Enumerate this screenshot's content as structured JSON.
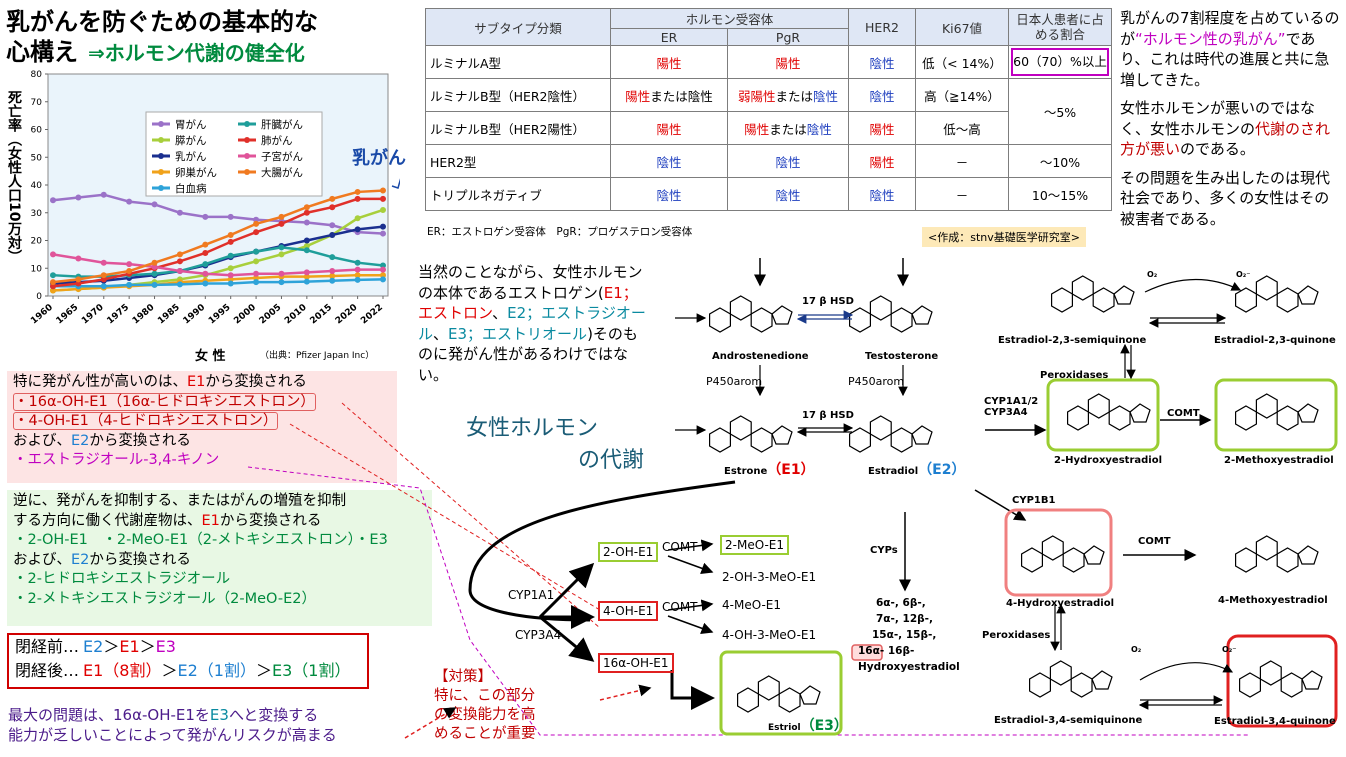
{
  "title": {
    "line1": "乳がんを防ぐための基本的な",
    "line2": "心構え",
    "line2_suffix": "⇒ホルモン代謝の健全化"
  },
  "chart_data": {
    "type": "line",
    "ylabel": "死亡率（女性人口10万対）",
    "xlabel": "女 性",
    "source": "（出典：Pfizer Japan Inc）",
    "annotation": "乳がん",
    "ylim": [
      0,
      80
    ],
    "yticks": [
      "0",
      "10",
      "20",
      "30",
      "40",
      "50",
      "60",
      "70",
      "80"
    ],
    "x": [
      "1960",
      "1965",
      "1970",
      "1975",
      "1980",
      "1985",
      "1990",
      "1995",
      "2000",
      "2005",
      "2010",
      "2015",
      "2020",
      "2022"
    ],
    "series": [
      {
        "name": "胃がん",
        "color": "#9b72c8",
        "values": [
          34.5,
          35.5,
          36.5,
          34,
          33,
          30,
          28.5,
          28.5,
          27.5,
          27,
          26.5,
          25.5,
          23,
          22.5
        ]
      },
      {
        "name": "膵がん",
        "color": "#a8cf3c",
        "values": [
          2,
          2.5,
          3,
          4,
          5,
          6,
          7.5,
          10,
          12.5,
          15,
          18,
          22,
          28,
          31
        ]
      },
      {
        "name": "乳がん",
        "color": "#1a2f8f",
        "values": [
          4.5,
          5,
          5.5,
          6.5,
          7.5,
          9,
          11,
          14,
          16,
          18,
          20,
          22,
          24,
          25
        ]
      },
      {
        "name": "卵巣がん",
        "color": "#f0a21a",
        "values": [
          2,
          2.5,
          3,
          3.5,
          4,
          5,
          5.5,
          6,
          6.5,
          7,
          7,
          7.2,
          7.5,
          7.5
        ]
      },
      {
        "name": "白血病",
        "color": "#2ea3d9",
        "values": [
          3.5,
          3.5,
          3.5,
          4,
          4,
          4.2,
          4.5,
          4.5,
          5,
          5,
          5.2,
          5.5,
          5.8,
          6
        ]
      },
      {
        "name": "肝臓がん",
        "color": "#1f9e9a",
        "values": [
          7.5,
          7,
          7,
          7.5,
          8,
          9,
          11.5,
          14.5,
          16,
          17.5,
          16.5,
          14,
          12,
          11
        ]
      },
      {
        "name": "肺がん",
        "color": "#e0302a",
        "values": [
          3.5,
          4.5,
          6,
          8,
          10,
          12.5,
          15.5,
          19.5,
          23,
          26,
          30,
          32,
          35,
          35
        ]
      },
      {
        "name": "子宮がん",
        "color": "#e0549a",
        "values": [
          15,
          13.5,
          12,
          11.5,
          10.5,
          9,
          8,
          7.5,
          8,
          8,
          8.5,
          9,
          9.5,
          9.5
        ]
      },
      {
        "name": "大腸がん",
        "color": "#f07a20",
        "values": [
          5,
          6,
          7.5,
          9,
          12,
          15,
          18.5,
          22,
          26,
          28.5,
          32,
          35,
          37.5,
          38
        ]
      }
    ]
  },
  "table": {
    "headers": {
      "subtype": "サブタイプ分類",
      "hormone": "ホルモン受容体",
      "er": "ER",
      "pgr": "PgR",
      "her2": "HER2",
      "ki67": "Ki67値",
      "ratio": "日本人患者に占める割合"
    },
    "rows": [
      {
        "name": "ルミナルA型",
        "er": "陽性",
        "pgr": "陽性",
        "her2": "陰性",
        "ki67": "低（< 14%）",
        "ratio": "60（70）%以上"
      },
      {
        "name": "ルミナルB型（HER2陰性）",
        "er_a": "陽性",
        "er_b": "または陰性",
        "pgr_a": "弱陽性",
        "pgr_b": "または",
        "pgr_c": "陰性",
        "her2": "陰性",
        "ki67": "高（≧14%）",
        "ratio": "～5%"
      },
      {
        "name": "ルミナルB型（HER2陽性）",
        "er": "陽性",
        "pgr_a": "陽性",
        "pgr_b": "または",
        "pgr_c": "陰性",
        "her2": "陽性",
        "ki67": "低～高"
      },
      {
        "name": "HER2型",
        "er": "陰性",
        "pgr": "陰性",
        "her2": "陽性",
        "ki67": "－",
        "ratio": "～10%"
      },
      {
        "name": "トリプルネガティブ",
        "er": "陰性",
        "pgr": "陰性",
        "her2": "陰性",
        "ki67": "－",
        "ratio": "10～15%"
      }
    ],
    "note": "ER：エストロゲン受容体　PgR：プロゲステロン受容体",
    "credit": "<作成：stnv基礎医学研究室>"
  },
  "right_panel": {
    "p1a": "乳がんの7割程度を占めているのが",
    "p1b": "“ホルモン性の乳がん”",
    "p1c": "であり、これは時代の進展と共に急増してきた。",
    "p2a": "女性ホルモンが悪いのではなく、女性ホルモンの",
    "p2b": "代謝のされ方が悪い",
    "p2c": "のである。",
    "p3": "その問題を生み出したのは現代社会であり、多くの女性はその被害者である。"
  },
  "intro": {
    "a": "当然のことながら、女性ホルモンの本体であるエストロゲン(",
    "e1": "E1；エストロン",
    "sep1": "、",
    "e2": "E2；エストラジオール",
    "sep2": "、",
    "e3": "E3；エストリオール",
    "b": ")そのものに発がん性があるわけではない。"
  },
  "metabolism_title": {
    "line1": "女性ホルモン",
    "line2": "の代謝"
  },
  "pink_panel": {
    "l1a": "特に発がん性が高いのは、",
    "l1b": "E1",
    "l1c": "から変換される",
    "l2": "・16α-OH-E1（16α-ヒドロキシエストロン）",
    "l3": "・4-OH-E1（4-ヒドロキシエストロン）",
    "l4a": "および、",
    "l4b": "E2",
    "l4c": "から変換される",
    "l5": "・エストラジオール-3,4-キノン"
  },
  "green_panel": {
    "l1": "逆に、発がんを抑制する、またはがんの増殖を抑制",
    "l2a": "する方向に働く代謝産物は、",
    "l2b": "E1",
    "l2c": "から変換される",
    "l3": "・2-OH-E1　・2-MeO-E1（2-メトキシエストロン）・E3",
    "l4a": "および、",
    "l4b": "E2",
    "l4c": "から変換される",
    "l5": "・2-ヒドロキシエストラジオール",
    "l6": "・2-メトキシエストラジオール（2-MeO-E2）"
  },
  "menopause": {
    "pre_label": "閉経前…",
    "pre_e2": "E2",
    "gt1": "＞",
    "pre_e1": "E1",
    "gt2": "＞",
    "pre_e3": "E3",
    "post_label": "閉経後…",
    "post_e1": "E1（8割）",
    "gt3": "＞",
    "post_e2": "E2（1割）",
    "gt4": "＞",
    "post_e3": "E3（1割）"
  },
  "big_problem": {
    "l1a": "最大の問題は、16α-OH-E1を",
    "l1b": "E3",
    "l1c": "へと変換する",
    "l2": "能力が乏しいことによって発がんリスクが高まる"
  },
  "countermeasure": {
    "l1": "【対策】",
    "l2": "特に、この部分",
    "l3": "の変換能力を高",
    "l4": "めることが重要"
  },
  "pathway": {
    "androstenedione": "Androstenedione",
    "testosterone": "Testosterone",
    "hsd1": "17 β HSD",
    "hsd2": "17 β HSD",
    "arom1": "P450arom",
    "arom2": "P450arom",
    "estrone": "Estrone",
    "e1_tag": "（E1）",
    "estradiol": "Estradiol",
    "e2_tag": "（E2）",
    "cyp1a1": "CYP1A1",
    "cyp3a4": "CYP3A4",
    "oh2e1": "2-OH-E1",
    "oh4e1": "4-OH-E1",
    "oh16e1": "16α-OH-E1",
    "comt1": "COMT",
    "comt2": "COMT",
    "meo2e1": "2-MeO-E1",
    "oh3meo2": "2-OH-3-MeO-E1",
    "meo4e1": "4-MeO-E1",
    "oh3meo4": "4-OH-3-MeO-E1",
    "estriol": "Estriol",
    "e3_tag": "（E3）",
    "cyps": "CYPs",
    "hydroxy_l1": "6α-, 6β-,",
    "hydroxy_l2": "7α-, 12β-,",
    "hydroxy_l3": "15α-, 15β-,",
    "hydroxy_l4a": "16α-",
    "hydroxy_l4b": "16β-",
    "hydroxy_l5": "Hydroxyestradiol",
    "cyp1a12": "CYP1A1/2",
    "cyp3a4b": "CYP3A4",
    "cyp1b1": "CYP1B1",
    "semi23": "Estradiol-2,3-semiquinone",
    "quin23": "Estradiol-2,3-quinone",
    "o2a": "O₂",
    "o2b": "O₂⁻",
    "o2c": "O₂",
    "o2d": "O₂⁻",
    "perox1": "Peroxidases",
    "perox2": "Peroxidases",
    "hydroxy2": "2-Hydroxyestradiol",
    "methoxy2": "2-Methoxyestradiol",
    "comt3": "COMT",
    "comt4": "COMT",
    "hydroxy4": "4-Hydroxyestradiol",
    "methoxy4": "4-Methoxyestradiol",
    "semi34": "Estradiol-3,4-semiquinone",
    "quin34": "Estradiol-3,4-quinone"
  }
}
